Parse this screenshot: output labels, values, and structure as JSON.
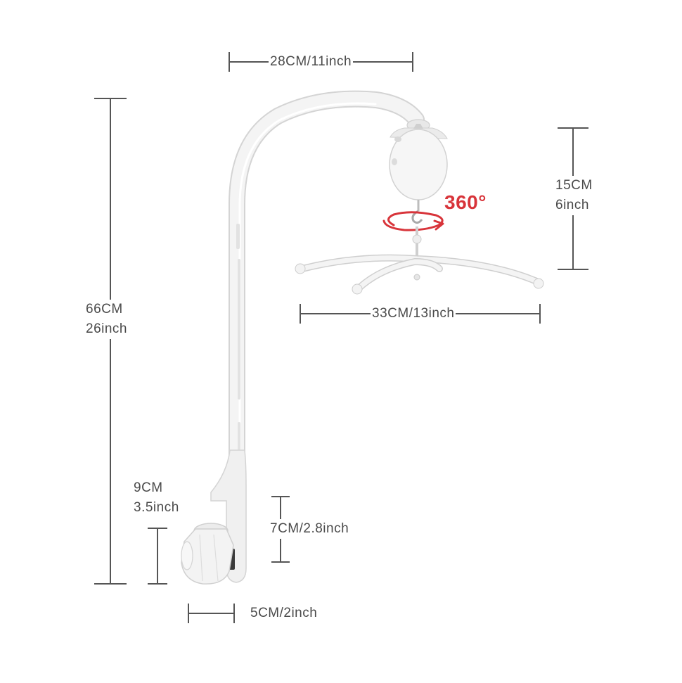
{
  "colors": {
    "dimension_line": "#555555",
    "label_text": "#4a4a4a",
    "accent": "#d8343a",
    "product": "#f2f2f2",
    "product_edge": "#d6d6d6"
  },
  "labels": {
    "arm_width": "28CM/11inch",
    "overall_height": {
      "line1": "66CM",
      "line2": "26inch"
    },
    "music_box_height": {
      "line1": "15CM",
      "line2": "6inch"
    },
    "hanger_width": "33CM/13inch",
    "rotation": "360°",
    "clamp_height": {
      "line1": "9CM",
      "line2": "3.5inch"
    },
    "clamp_opening": "7CM/2.8inch",
    "clamp_width": "5CM/2inch"
  }
}
